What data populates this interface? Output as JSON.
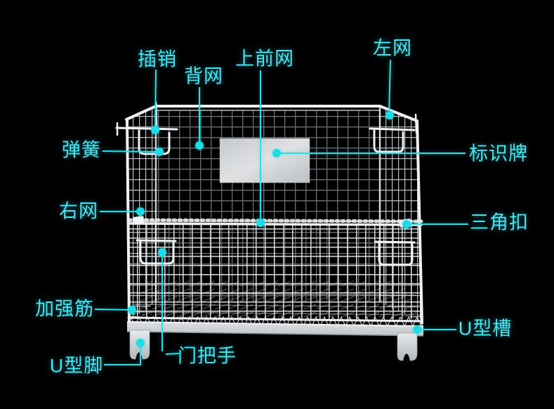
{
  "colors": {
    "background": "#000000",
    "accent": "#2adde9",
    "dot": "#1fdbe6",
    "label_text": "#46e4f0",
    "wire": "#d9dcdf",
    "plate": "#cfd2d4"
  },
  "parts": [
    {
      "id": "cha-xiao",
      "text": "插销"
    },
    {
      "id": "bei-wang",
      "text": "背网"
    },
    {
      "id": "shang-qian-wang",
      "text": "上前网"
    },
    {
      "id": "zuo-wang",
      "text": "左网"
    },
    {
      "id": "tan-huang",
      "text": "弹簧"
    },
    {
      "id": "biao-shi-pai",
      "text": "标识牌"
    },
    {
      "id": "you-wang",
      "text": "右网"
    },
    {
      "id": "san-jiao-kou",
      "text": "三角扣"
    },
    {
      "id": "jia-qiang-jin",
      "text": "加强筋"
    },
    {
      "id": "u-xing-jiao",
      "text": "U型脚"
    },
    {
      "id": "men-ba-shou",
      "text": "门把手"
    },
    {
      "id": "u-xing-cao",
      "text": "U型槽"
    }
  ]
}
